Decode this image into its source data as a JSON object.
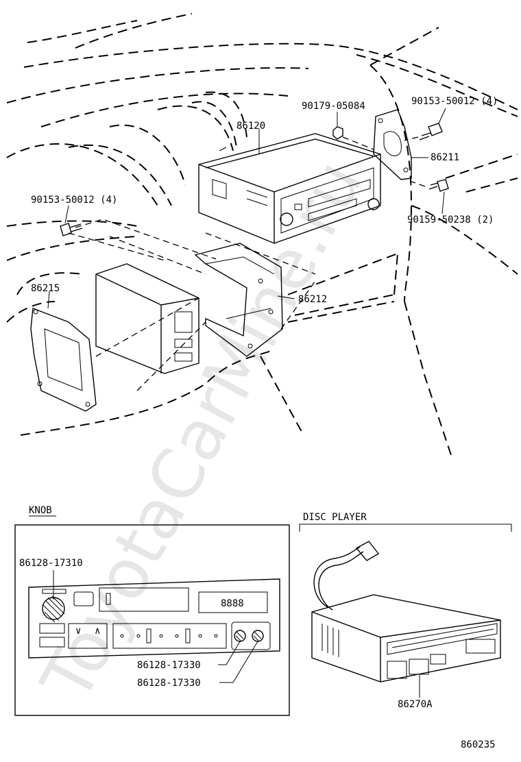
{
  "watermark": "ToyotaCarMine.ru",
  "diagram_id": "860235",
  "parts": {
    "p86120": "86120",
    "p90179": "90179-05084",
    "p90153_right": "90153-50012 (4)",
    "p86211": "86211",
    "p90153_left": "90153-50012 (4)",
    "p90159": "90159-50238 (2)",
    "p86215": "86215",
    "p86212": "86212"
  },
  "knob_panel": {
    "title": "KNOB",
    "part_top": "86128-17310",
    "part_mid": "86128-17330",
    "part_bot": "86128-17330",
    "display_text": "8888"
  },
  "disc_panel": {
    "title": "DISC PLAYER",
    "part": "86270A"
  }
}
